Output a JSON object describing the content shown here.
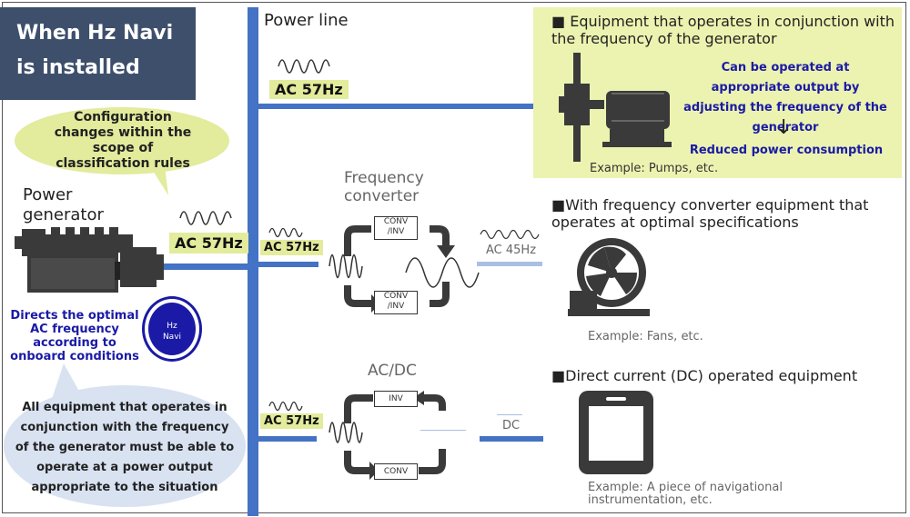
{
  "title": "When Hz Navi is installed",
  "power_line": "Power line",
  "config_bubble": "Configuration changes within the scope of classification rules",
  "generator_label": "Power generator",
  "generator_freq": "AC 57Hz",
  "directs_text": "Directs the optimal AC frequency according to onboard conditions",
  "hz_navi_badge": {
    "line1": "Hz",
    "line2": "Navi"
  },
  "bottom_bubble": "All equipment that operates in conjunction with the frequency of the generator must be able to operate at a power output appropriate to the situation",
  "top_branch_freq": "AC 57Hz",
  "section1": {
    "heading": "■ Equipment that operates in conjunction with the frequency of the generator",
    "benefit": "Can be operated at appropriate output by adjusting the frequency of the generator",
    "arrow": "↓",
    "result": "Reduced power consumption",
    "example": "Example: Pumps, etc."
  },
  "section2": {
    "heading": "■With frequency converter equipment that operates at optimal specifications",
    "converter_title": "Frequency converter",
    "input_freq": "AC 57Hz",
    "output_freq": "AC 45Hz",
    "conv_top": "CONV /INV",
    "conv_bottom": "CONV /INV",
    "example": "Example: Fans, etc."
  },
  "section3": {
    "heading": "■Direct current (DC) operated equipment",
    "converter_title": "AC/DC",
    "input_freq": "AC 57Hz",
    "output": "DC",
    "inv_label": "INV",
    "conv_label": "CONV",
    "example": "Example: A piece of navigational instrumentation, etc."
  },
  "colors": {
    "line_blue": "#4472c4",
    "light_blue": "#a9c0e3",
    "title_bg": "#3d4f6b",
    "green_bubble": "#e3eb9c",
    "panel_green": "#ecf3b0",
    "blue_text": "#1a1aa6"
  },
  "icons": [
    "generator-icon",
    "pump-icon",
    "fan-icon",
    "tablet-icon",
    "sine-wave-icon",
    "cycle-arrow-icon"
  ]
}
